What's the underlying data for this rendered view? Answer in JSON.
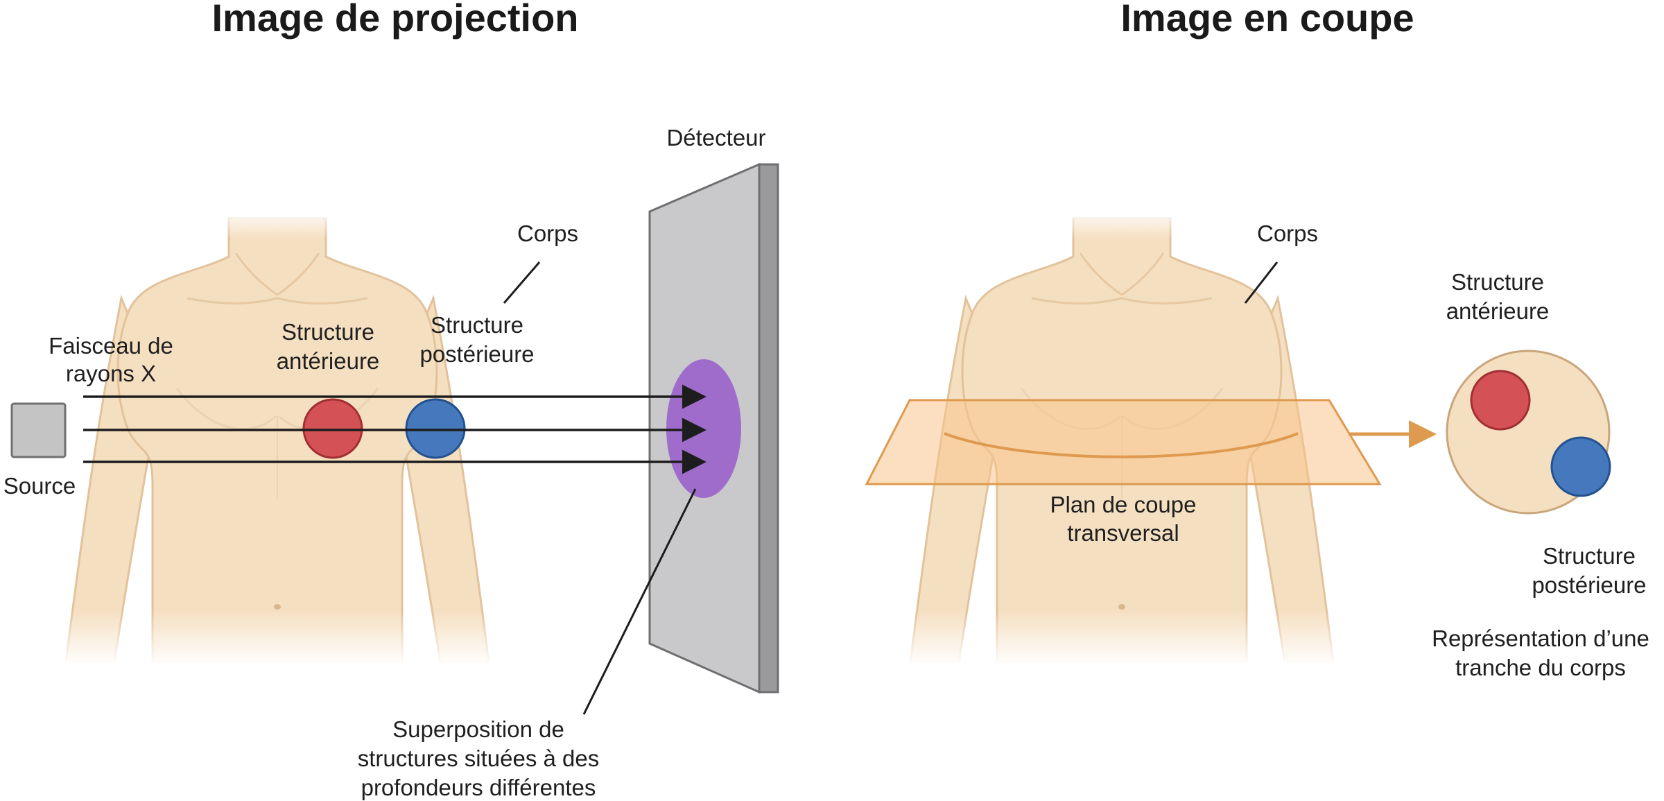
{
  "left_panel": {
    "title": "Image de projection",
    "detector_label": "Détecteur",
    "body_label": "Corps",
    "beam_label": [
      "Faisceau de",
      "rayons X"
    ],
    "anterior_label": [
      "Structure",
      "antérieure"
    ],
    "posterior_label": [
      "Structure",
      "postérieure"
    ],
    "source_label": "Source",
    "superposition_label": [
      "Superposition de",
      "structures situées à des",
      "profondeurs différentes"
    ]
  },
  "right_panel": {
    "title": "Image en coupe",
    "body_label": "Corps",
    "plane_label": [
      "Plan de coupe",
      "transversal"
    ],
    "anterior_label": [
      "Structure",
      "antérieure"
    ],
    "posterior_label": [
      "Structure",
      "postérieure"
    ],
    "slice_label": [
      "Représentation d’une",
      "tranche du corps"
    ]
  },
  "colors": {
    "skin": "#f5dfc1",
    "skin_outline": "#e2c29b",
    "anterior": "#d45155",
    "posterior": "#4578bd",
    "superposition": "#a06ccc",
    "detector": "#c9c9cb",
    "plane": "#f7c48d",
    "plane_outline": "#de9a4e"
  }
}
